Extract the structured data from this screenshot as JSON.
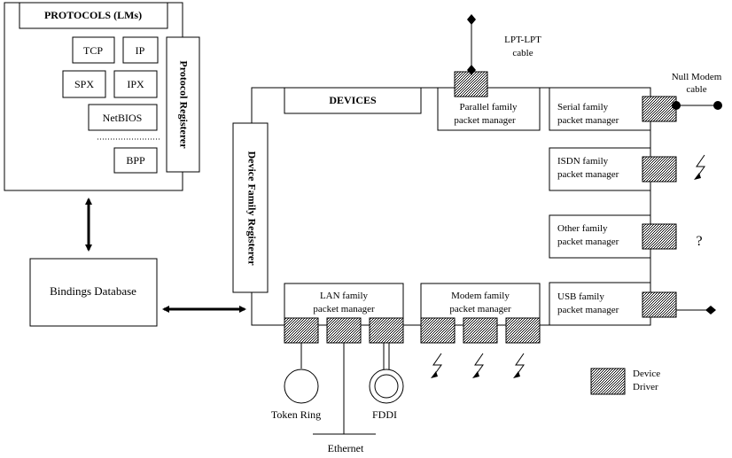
{
  "protocols": {
    "title": "PROTOCOLS (LMs)",
    "items": [
      "TCP",
      "IP",
      "SPX",
      "IPX",
      "NetBIOS",
      "BPP"
    ],
    "registerer": "Protocol Registerer"
  },
  "bindings_db": "Bindings Database",
  "device_family_registerer": "Device Family Registerer",
  "devices": {
    "title": "DEVICES",
    "parallel": [
      "Parallel family",
      "packet manager"
    ],
    "serial": [
      "Serial family",
      "packet manager"
    ],
    "isdn": [
      "ISDN family",
      "packet manager"
    ],
    "other": [
      "Other family",
      "packet manager"
    ],
    "usb": [
      "USB family",
      "packet manager"
    ],
    "lan": [
      "LAN family",
      "packet manager"
    ],
    "modem": [
      "Modem family",
      "packet manager"
    ]
  },
  "cables": {
    "lpt": [
      "LPT-LPT",
      "cable"
    ],
    "null_modem": [
      "Null Modem",
      "cable"
    ]
  },
  "networks": {
    "token_ring": "Token Ring",
    "fddi": "FDDI",
    "ethernet": "Ethernet"
  },
  "unknown_mark": "?",
  "legend": {
    "device_driver": [
      "Device",
      "Driver"
    ]
  }
}
